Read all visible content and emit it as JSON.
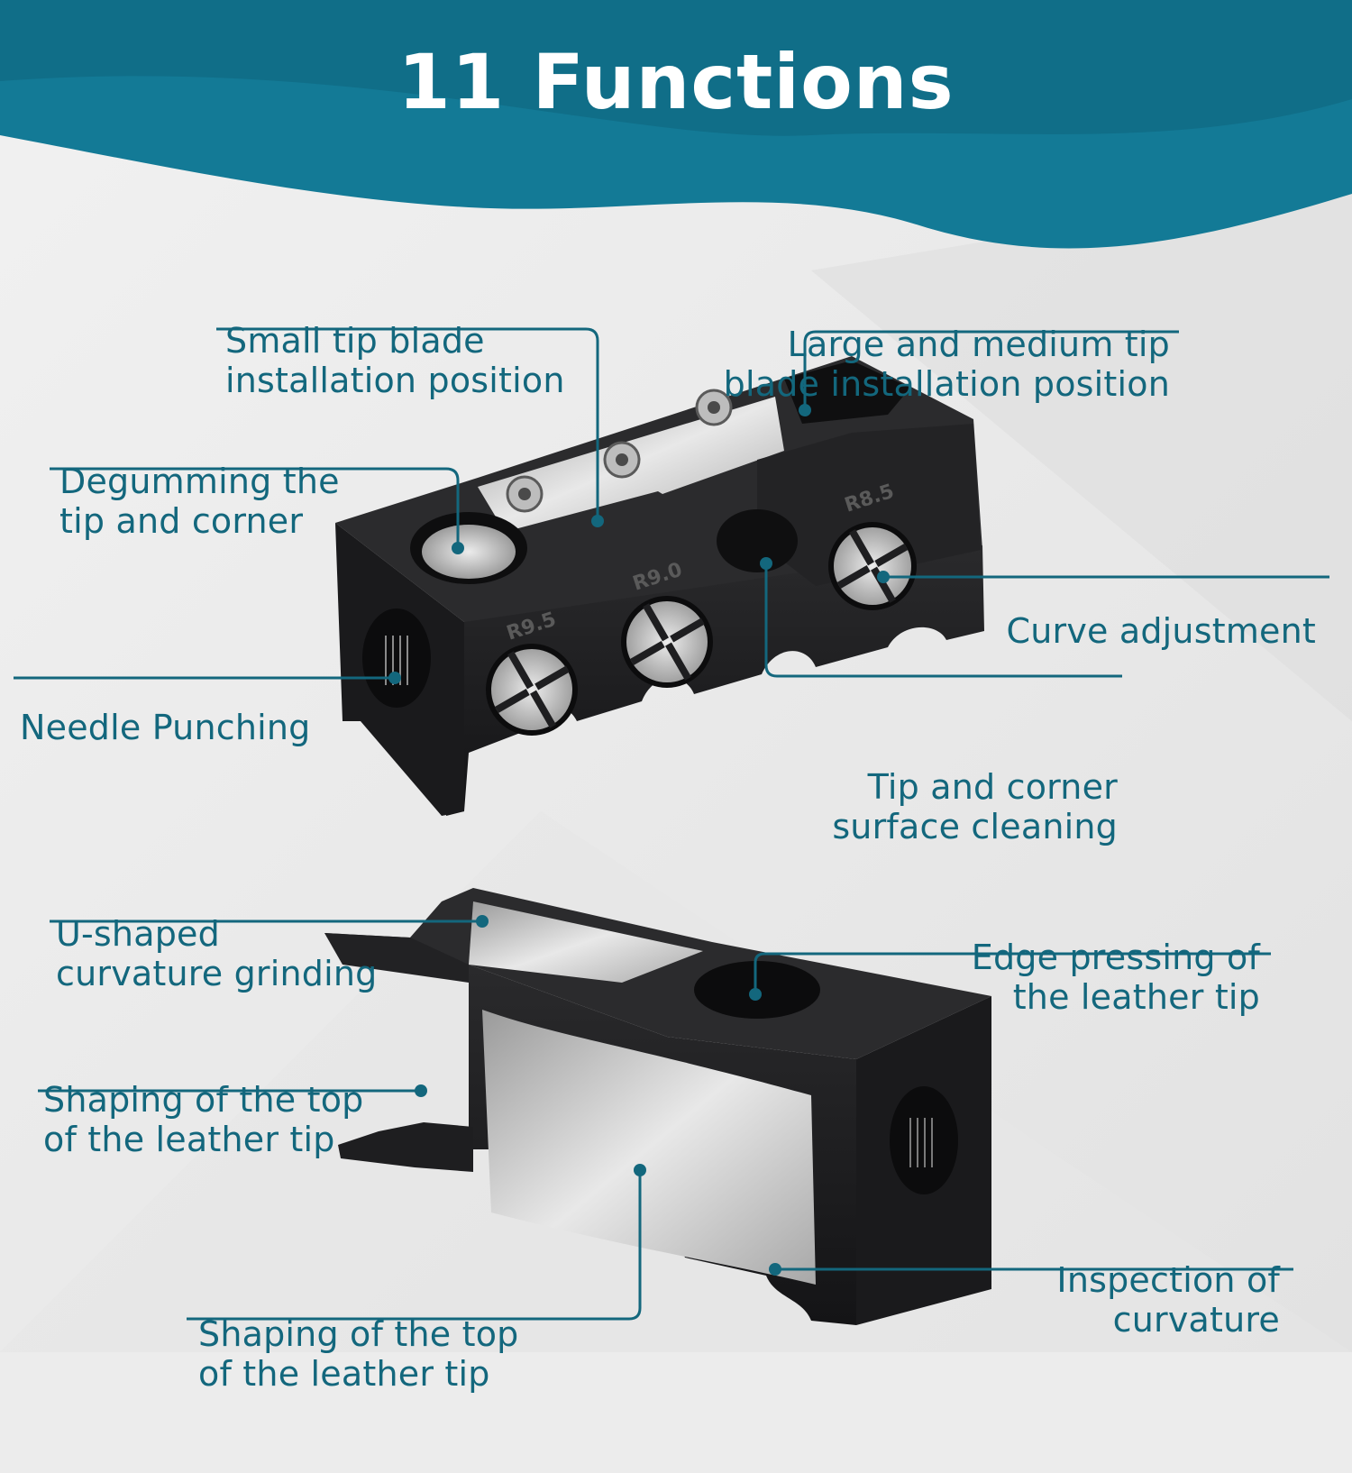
{
  "title": "11 Functions",
  "colors": {
    "banner": "#137a96",
    "label": "#13677d",
    "leader": "#13677d",
    "tool": "#1c1c1e",
    "steel": "#c9c9c9"
  },
  "tool_markings": {
    "r95": "R9.5",
    "r90": "R9.0",
    "r85": "R8.5"
  },
  "labels": {
    "small_tip": [
      "Small tip blade",
      "installation position"
    ],
    "large_tip": [
      "Large and medium tip",
      "blade installation position"
    ],
    "degumming": [
      "Degumming the",
      "tip and corner"
    ],
    "curve_adjust": [
      "Curve adjustment"
    ],
    "needle": [
      "Needle Punching"
    ],
    "tip_cleaning": [
      "Tip and corner",
      "surface cleaning"
    ],
    "u_shaped": [
      "U-shaped",
      "curvature grinding"
    ],
    "edge_press": [
      "Edge pressing of",
      "the leather tip"
    ],
    "shaping_top_1": [
      "Shaping of the top",
      "of the leather tip"
    ],
    "inspection": [
      "Inspection of",
      "curvature"
    ],
    "shaping_top_2": [
      "Shaping of the top",
      "of the leather tip"
    ]
  }
}
